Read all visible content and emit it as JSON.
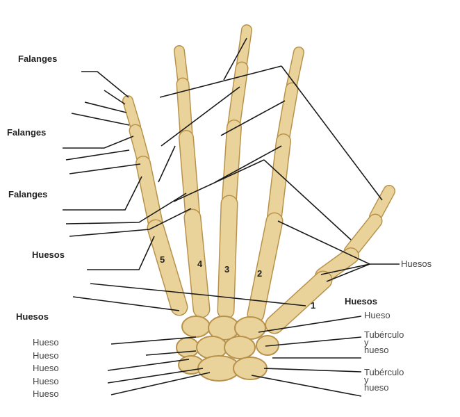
{
  "colors": {
    "bone": "#e9d39a",
    "bone_shadow": "#b8924a",
    "line": "#1a1a1a"
  },
  "left_labels": {
    "falanges_1": "Falanges",
    "falanges_2": "Falanges",
    "falanges_3": "Falanges",
    "huesos_metacarpianos": "Huesos",
    "huesos_carpo": "Huesos",
    "hueso_list": [
      "Hueso",
      "Hueso",
      "Hueso",
      "Hueso",
      "Hueso"
    ]
  },
  "right_labels": {
    "huesos_sesamoideos": "Huesos",
    "huesos_carpo": "Huesos",
    "hueso": "Hueso",
    "tuberculo_1": [
      "Tubérculo",
      "y",
      "hueso"
    ],
    "tuberculo_2": [
      "Tubérculo",
      "y",
      "hueso"
    ]
  },
  "metacarpal_numbers": [
    "1",
    "2",
    "3",
    "4",
    "5"
  ]
}
